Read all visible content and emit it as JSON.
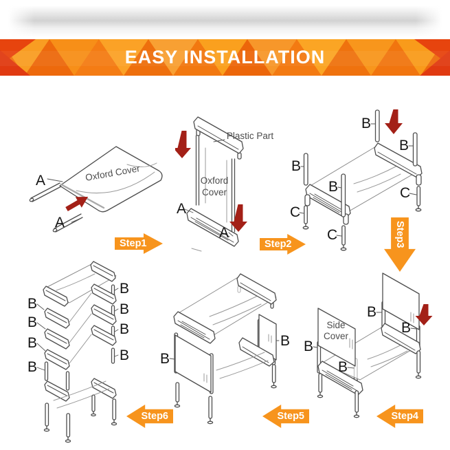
{
  "banner": {
    "title": "EASY INSTALLATION"
  },
  "labels": {
    "a": "A",
    "b": "B",
    "c": "C"
  },
  "annotations": {
    "oxford_cover": "Oxford Cover",
    "oxford": "Oxford",
    "cover": "Cover",
    "plastic_part": "Plastic Part",
    "side": "Side"
  },
  "steps": [
    {
      "label": "Step1",
      "arrow_direction": "right"
    },
    {
      "label": "Step2",
      "arrow_direction": "right"
    },
    {
      "label": "Step3",
      "arrow_direction": "down"
    },
    {
      "label": "Step4",
      "arrow_direction": "left"
    },
    {
      "label": "Step5",
      "arrow_direction": "left"
    },
    {
      "label": "Step6",
      "arrow_direction": "left"
    }
  ],
  "colors": {
    "step_arrow_orange": "#f7941d",
    "insert_arrow_red": "#a32017",
    "banner_orange": "#f4791c"
  }
}
